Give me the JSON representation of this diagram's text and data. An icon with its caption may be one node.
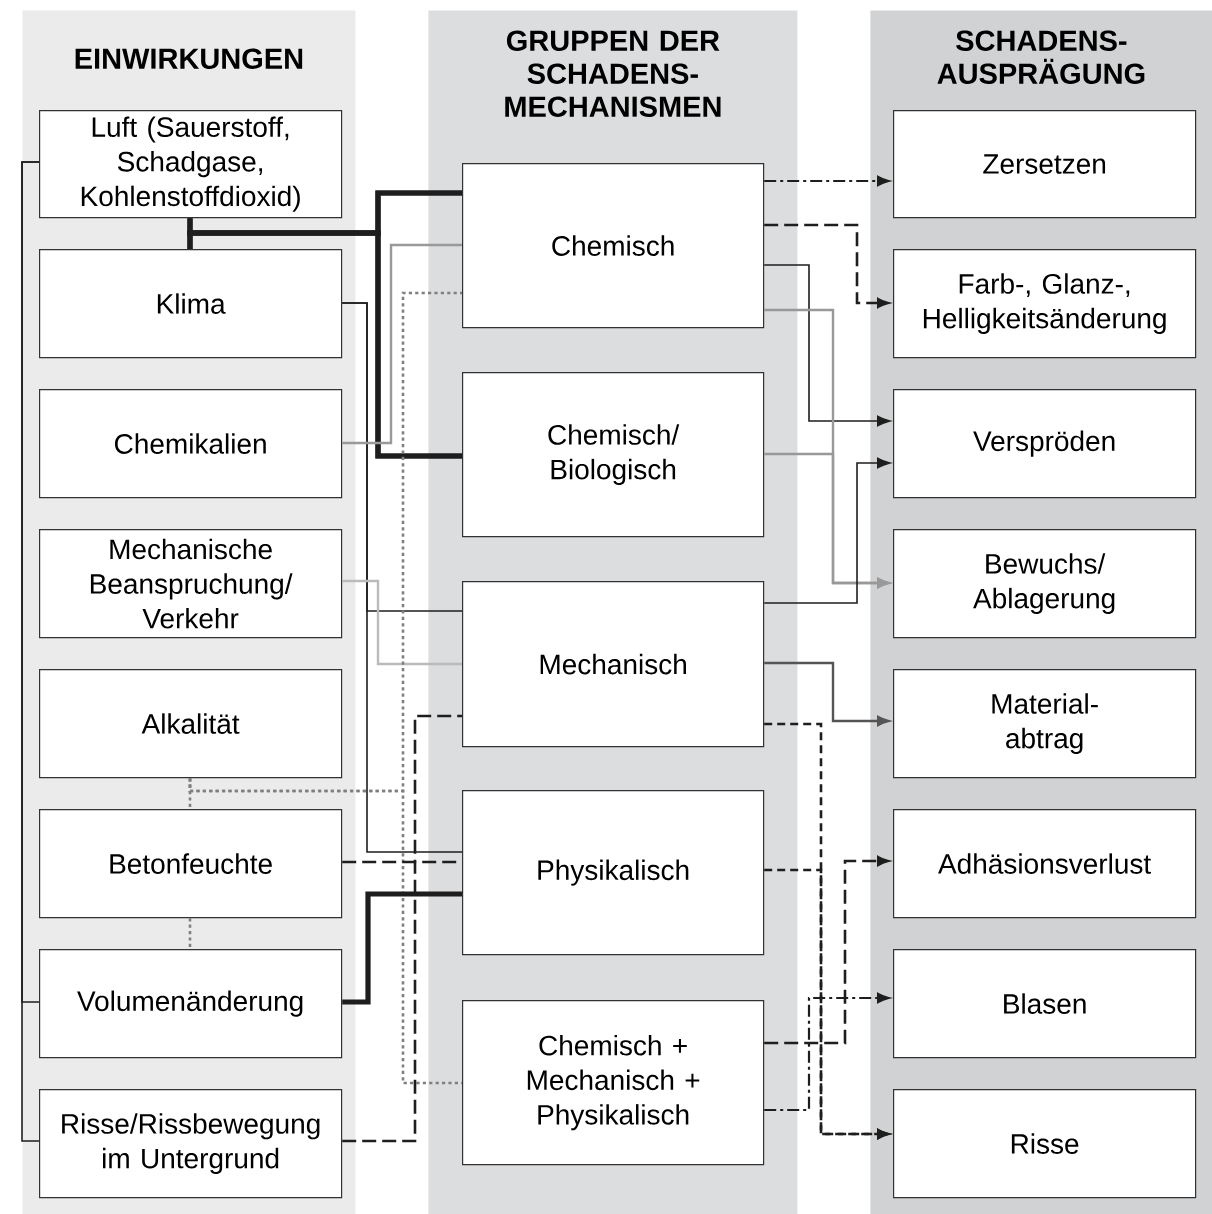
{
  "diagram": {
    "nodes": [
      {
        "text": [
          "EINWIRKUNGEN"
        ]
      },
      {
        "text": [
          "GRUPPEN DER SCHADENS- MECHANISMEN"
        ]
      },
      {
        "text": [
          "SCHADENS- AUSPRÄGUNG"
        ]
      },
      {
        "text": [
          "Luft (Sauerstoff, Schadgase, Kohlenstoffdioxid)"
        ],
        "in": 0
      },
      {
        "text": [
          "Klima"
        ],
        "in": 0
      },
      {
        "text": [
          "Chemikalien"
        ],
        "in": 0
      },
      {
        "text": [
          "Mechanische Beanspruchung/ Verkehr"
        ],
        "in": 0
      },
      {
        "text": [
          "Alkalität"
        ],
        "in": 0
      },
      {
        "text": [
          "Betonfeuchte"
        ],
        "in": 0
      },
      {
        "text": [
          "Volumenänderung"
        ],
        "in": 0
      },
      {
        "text": [
          "Risse/Rissbewegung im Untergrund"
        ],
        "in": 0
      },
      {
        "text": [
          "Chemisch"
        ],
        "in": 1
      },
      {
        "text": [
          "Chemisch/ Biologisch"
        ],
        "in": 1
      },
      {
        "text": [
          "Mechanisch"
        ],
        "in": 1
      },
      {
        "text": [
          "Physikalisch"
        ],
        "in": 1
      },
      {
        "text": [
          "Chemisch + Mechanisch + Physikalisch"
        ],
        "in": 1
      },
      {
        "text": [
          "Zersetzen"
        ],
        "in": 2
      },
      {
        "text": [
          "Farb-, Glanz-, Helligkeitsänderung"
        ],
        "in": 2
      },
      {
        "text": [
          "Verspröden"
        ],
        "in": 2
      },
      {
        "text": [
          "Bewuchs/ Ablagerung"
        ],
        "in": 2
      },
      {
        "text": [
          "Material- abtrag"
        ],
        "in": 2
      },
      {
        "text": [
          "Adhäsionsverlust"
        ],
        "in": 2
      },
      {
        "text": [
          "Blasen"
        ],
        "in": 2
      },
      {
        "text": [
          "Risse"
        ],
        "in": 2
      }
    ],
    "edges": [
      {
        "from": 3,
        "to": 9,
        "arrow": "none"
      },
      {
        "from": 3,
        "to": 10,
        "arrow": "none"
      },
      {
        "from": 3,
        "to": 11,
        "arrow": "none",
        "style": "thick"
      },
      {
        "from": 3,
        "to": 12,
        "arrow": "none",
        "style": "thick"
      },
      {
        "from": 4,
        "to": 11,
        "arrow": "none",
        "style": "thick"
      },
      {
        "from": 4,
        "to": 12,
        "arrow": "none",
        "style": "thick"
      },
      {
        "from": 4,
        "to": 13,
        "arrow": "none"
      },
      {
        "from": 4,
        "to": 14,
        "arrow": "none"
      },
      {
        "from": 5,
        "to": 11,
        "arrow": "none",
        "color": "#999999"
      },
      {
        "from": 6,
        "to": 13,
        "arrow": "none",
        "color": "#bbbbbb"
      },
      {
        "from": 7,
        "to": 8,
        "arrow": "none",
        "style": "dashed",
        "color": "#808080"
      },
      {
        "from": 8,
        "to": 9,
        "arrow": "none",
        "style": "dashed",
        "color": "#808080"
      },
      {
        "from": 7,
        "to": 11,
        "arrow": "none",
        "style": "dashed",
        "color": "#808080"
      },
      {
        "from": 7,
        "to": 15,
        "arrow": "none",
        "style": "dashed",
        "color": "#808080"
      },
      {
        "from": 8,
        "to": 14,
        "arrow": "none",
        "style": "dashed"
      },
      {
        "from": 9,
        "to": 14,
        "arrow": "none",
        "style": "thick"
      },
      {
        "from": 10,
        "to": 13,
        "arrow": "none",
        "style": "dashed"
      },
      {
        "from": 11,
        "to": 16,
        "arrow": "to",
        "style": "dashed"
      },
      {
        "from": 11,
        "to": 17,
        "arrow": "to",
        "style": "dashed"
      },
      {
        "from": 11,
        "to": 18,
        "arrow": "to"
      },
      {
        "from": 11,
        "to": 19,
        "arrow": "to",
        "color": "#999999"
      },
      {
        "from": 12,
        "to": 19,
        "arrow": "to",
        "color": "#999999"
      },
      {
        "from": 13,
        "to": 18,
        "arrow": "to"
      },
      {
        "from": 13,
        "to": 20,
        "arrow": "to",
        "color": "#555555"
      },
      {
        "from": 13,
        "to": 23,
        "arrow": "to",
        "style": "dashed"
      },
      {
        "from": 14,
        "to": 23,
        "arrow": "to",
        "style": "dashed"
      },
      {
        "from": 15,
        "to": 21,
        "arrow": "to",
        "style": "dashed"
      },
      {
        "from": 15,
        "to": 22,
        "arrow": "to",
        "style": "dashed"
      }
    ]
  }
}
